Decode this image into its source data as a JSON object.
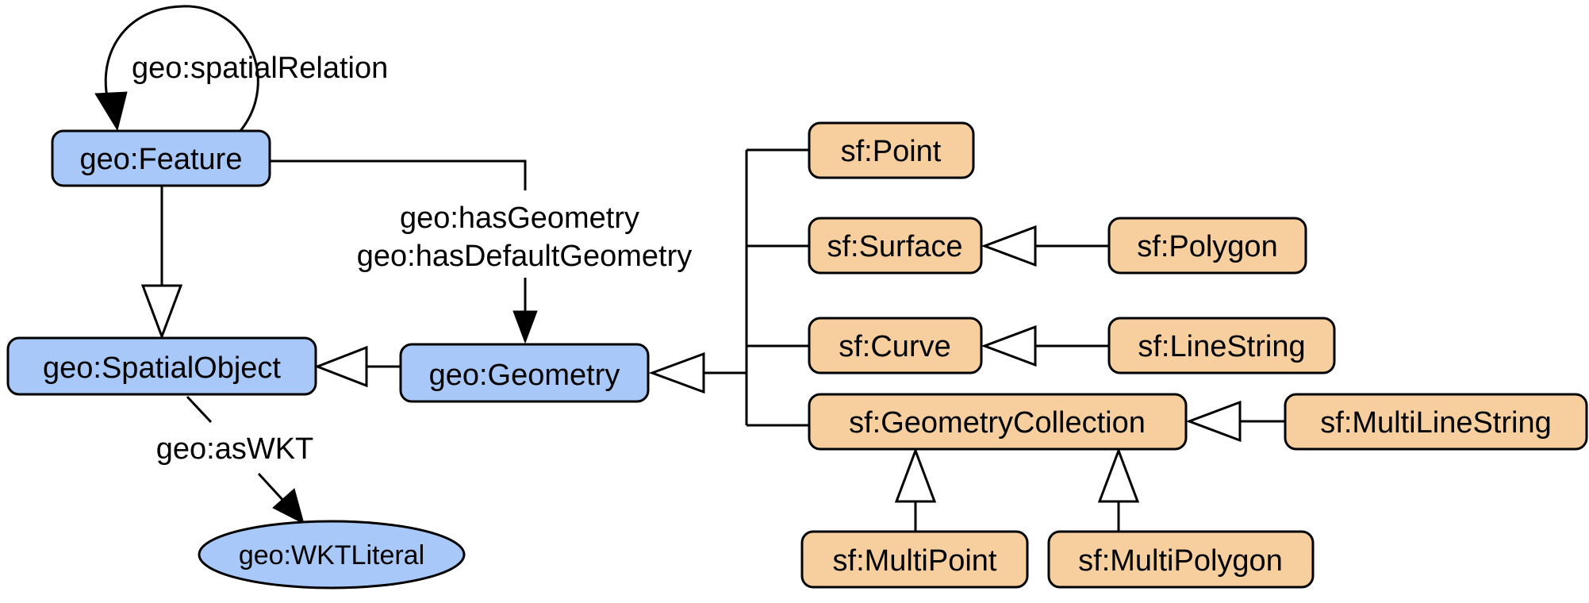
{
  "colors": {
    "geo_fill": "#a7c8f8",
    "sf_fill": "#f7cf9e",
    "stroke": "#000000"
  },
  "geo": {
    "feature": "geo:Feature",
    "spatial_object": "geo:SpatialObject",
    "geometry": "geo:Geometry",
    "wkt_literal": "geo:WKTLiteral"
  },
  "sf": {
    "point": "sf:Point",
    "surface": "sf:Surface",
    "polygon": "sf:Polygon",
    "curve": "sf:Curve",
    "line_string": "sf:LineString",
    "geometry_collection": "sf:GeometryCollection",
    "multi_line_string": "sf:MultiLineString",
    "multi_point": "sf:MultiPoint",
    "multi_polygon": "sf:MultiPolygon"
  },
  "relations": {
    "spatial_relation": "geo:spatialRelation",
    "has_geometry": "geo:hasGeometry",
    "has_default_geometry": "geo:hasDefaultGeometry",
    "as_wkt": "geo:asWKT"
  }
}
